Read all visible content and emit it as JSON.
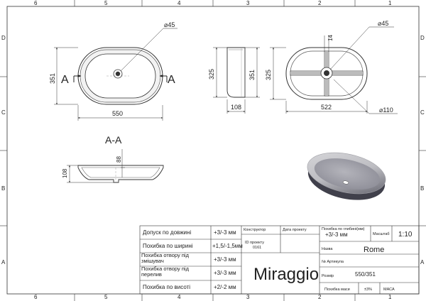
{
  "grid": {
    "columns": [
      "6",
      "5",
      "4",
      "3",
      "2",
      "1"
    ],
    "rows": [
      "D",
      "C",
      "B",
      "A"
    ]
  },
  "views": {
    "top": {
      "dims": {
        "width": "550",
        "height": "351",
        "drain_dia": "⌀45"
      },
      "section_marker": "A"
    },
    "side": {
      "dims": {
        "height_outer": "325",
        "height_inner": "351",
        "depth": "108"
      }
    },
    "bottom": {
      "dims": {
        "height": "325",
        "width": "522",
        "rib": "14",
        "drain_dia": "⌀45",
        "foot_dia": "⌀110"
      }
    },
    "section": {
      "title": "A-A",
      "dims": {
        "depth": "108",
        "inner_depth": "88"
      }
    }
  },
  "title_block": {
    "tolerances": [
      {
        "label": "Допуск по довжині",
        "value": "+3/-3 мм"
      },
      {
        "label": "Похибка по ширині",
        "value": "+1,5/-1,5мм"
      },
      {
        "label": "Похибка отвору під змішувач",
        "value": "+3/-3 мм"
      },
      {
        "label": "Похибка отвору під перелив",
        "value": "+3/-3 мм"
      },
      {
        "label": "Похибка по висоті",
        "value": "+2/-2 мм"
      }
    ],
    "designer_label": "Конструктор",
    "date_label": "Дата проекту",
    "project_id_label": "ID проекту",
    "project_id_value": "0161",
    "depth_tolerance_label": "Похибка по глибині(мм)",
    "depth_tolerance_value": "+3/-3 мм",
    "scale_label": "Масштаб",
    "scale_value": "1:10",
    "name_label": "Назва",
    "name_value": "Rome",
    "article_label": "№ Артикула",
    "size_label": "Розмір",
    "size_value": "550/351",
    "mass_error_label": "Похибка маси",
    "mass_error_value": "±3%",
    "mass_label": "МАСА",
    "brand": "Miraggio"
  }
}
